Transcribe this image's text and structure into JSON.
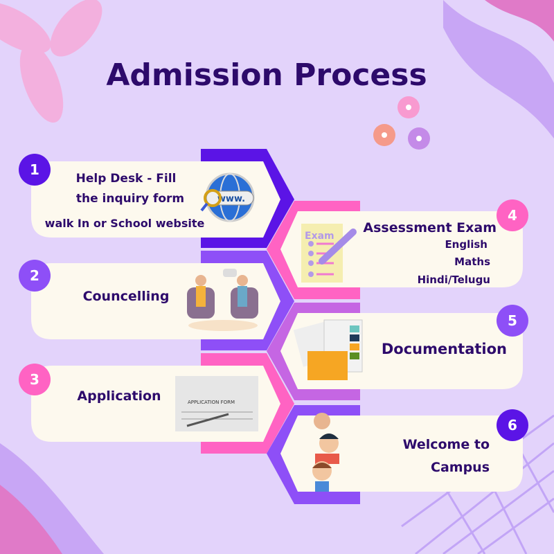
{
  "title": "Admission Process",
  "colors": {
    "bg": "#e3d3fb",
    "text": "#2d0a6b",
    "c1": "#5b14e6",
    "c2": "#8e4ff7",
    "c3": "#ff63c3",
    "c4": "#c566e3",
    "card": "#fdf9ee"
  },
  "steps": [
    {
      "num": "1",
      "lines": [
        "Help Desk - Fill",
        "the inquiry form",
        "walk In or School website"
      ],
      "icon": "globe-www-icon"
    },
    {
      "num": "2",
      "lines": [
        "Councelling"
      ],
      "icon": "counselling-people-icon"
    },
    {
      "num": "3",
      "lines": [
        "Application"
      ],
      "icon": "application-form-icon"
    },
    {
      "num": "4",
      "lines": [
        "Assessment Exam",
        "English",
        "Maths",
        "Hindi/Telugu"
      ],
      "icon": "exam-paper-icon"
    },
    {
      "num": "5",
      "lines": [
        "Documentation"
      ],
      "icon": "documents-folder-icon"
    },
    {
      "num": "6",
      "lines": [
        "Welcome to",
        "Campus"
      ],
      "icon": "children-icon"
    }
  ]
}
